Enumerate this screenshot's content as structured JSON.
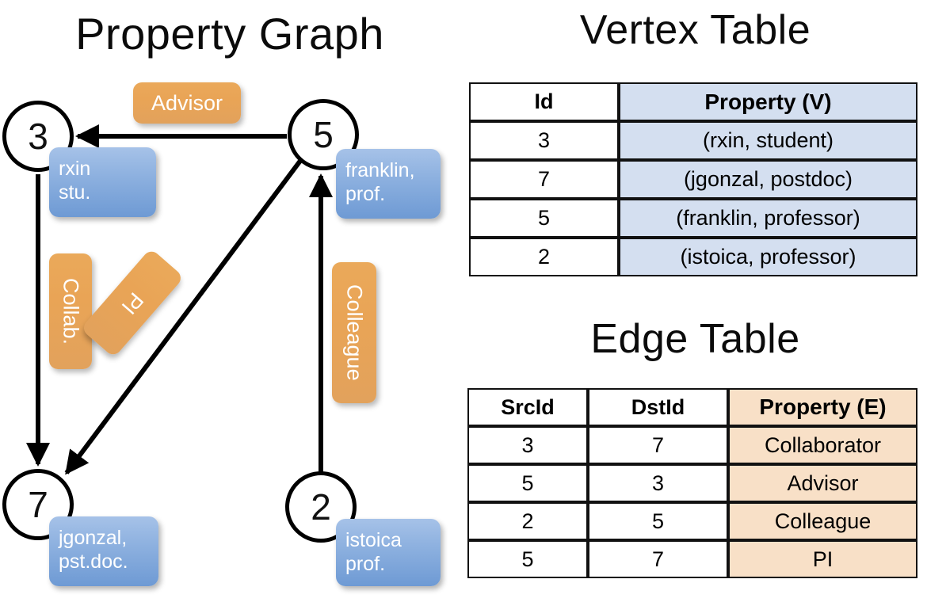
{
  "titles": {
    "property_graph": "Property Graph",
    "vertex_table": "Vertex Table",
    "edge_table": "Edge Table"
  },
  "colors": {
    "vertex_property_cell": "#d4dff0",
    "edge_property_cell": "#f8e0c7",
    "node_property_box": "#8fb2e0",
    "edge_label_box": "#e9a456",
    "stroke": "#111111",
    "background": "#ffffff"
  },
  "graph": {
    "nodes": [
      {
        "id": "3",
        "property_lines": [
          "rxin",
          "stu."
        ]
      },
      {
        "id": "5",
        "property_lines": [
          "franklin,",
          "prof."
        ]
      },
      {
        "id": "7",
        "property_lines": [
          "jgonzal,",
          "pst.doc."
        ]
      },
      {
        "id": "2",
        "property_lines": [
          "istoica",
          "prof."
        ]
      }
    ],
    "edge_labels": [
      {
        "name": "advisor",
        "label": "Advisor"
      },
      {
        "name": "collab",
        "label": "Collab."
      },
      {
        "name": "pi",
        "label": "PI"
      },
      {
        "name": "colleague",
        "label": "Colleague"
      }
    ],
    "edges": [
      {
        "src": "5",
        "dst": "3",
        "label": "Advisor"
      },
      {
        "src": "3",
        "dst": "7",
        "label": "Collab."
      },
      {
        "src": "5",
        "dst": "7",
        "label": "PI"
      },
      {
        "src": "2",
        "dst": "5",
        "label": "Colleague"
      }
    ]
  },
  "vertex_table": {
    "headers": [
      "Id",
      "Property (V)"
    ],
    "rows": [
      {
        "id": "3",
        "property": "(rxin, student)"
      },
      {
        "id": "7",
        "property": "(jgonzal, postdoc)"
      },
      {
        "id": "5",
        "property": "(franklin, professor)"
      },
      {
        "id": "2",
        "property": "(istoica, professor)"
      }
    ]
  },
  "edge_table": {
    "headers": [
      "SrcId",
      "DstId",
      "Property (E)"
    ],
    "rows": [
      {
        "src": "3",
        "dst": "7",
        "property": "Collaborator"
      },
      {
        "src": "5",
        "dst": "3",
        "property": "Advisor"
      },
      {
        "src": "2",
        "dst": "5",
        "property": "Colleague"
      },
      {
        "src": "5",
        "dst": "7",
        "property": "PI"
      }
    ]
  }
}
